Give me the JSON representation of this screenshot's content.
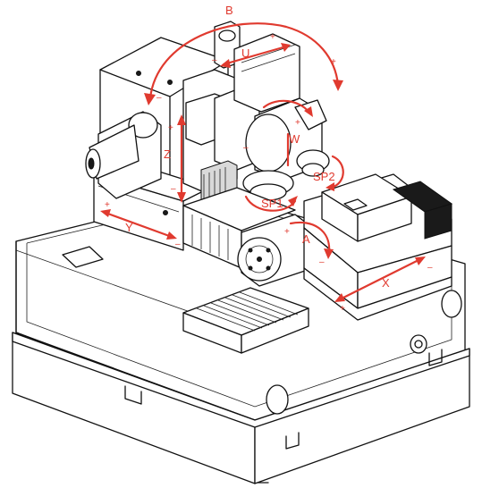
{
  "diagram": {
    "axes": {
      "B": "B",
      "U": "U",
      "Z": "Z",
      "W": "W",
      "SP1": "SP1",
      "SP2": "SP2",
      "Y": "Y",
      "A": "A",
      "X": "X"
    },
    "signs": {
      "plus": "+",
      "minus": "–"
    },
    "colors": {
      "line": "#111111",
      "axis": "#e03a2f",
      "fill": "#ffffff",
      "dark": "#1a1a1a"
    }
  }
}
